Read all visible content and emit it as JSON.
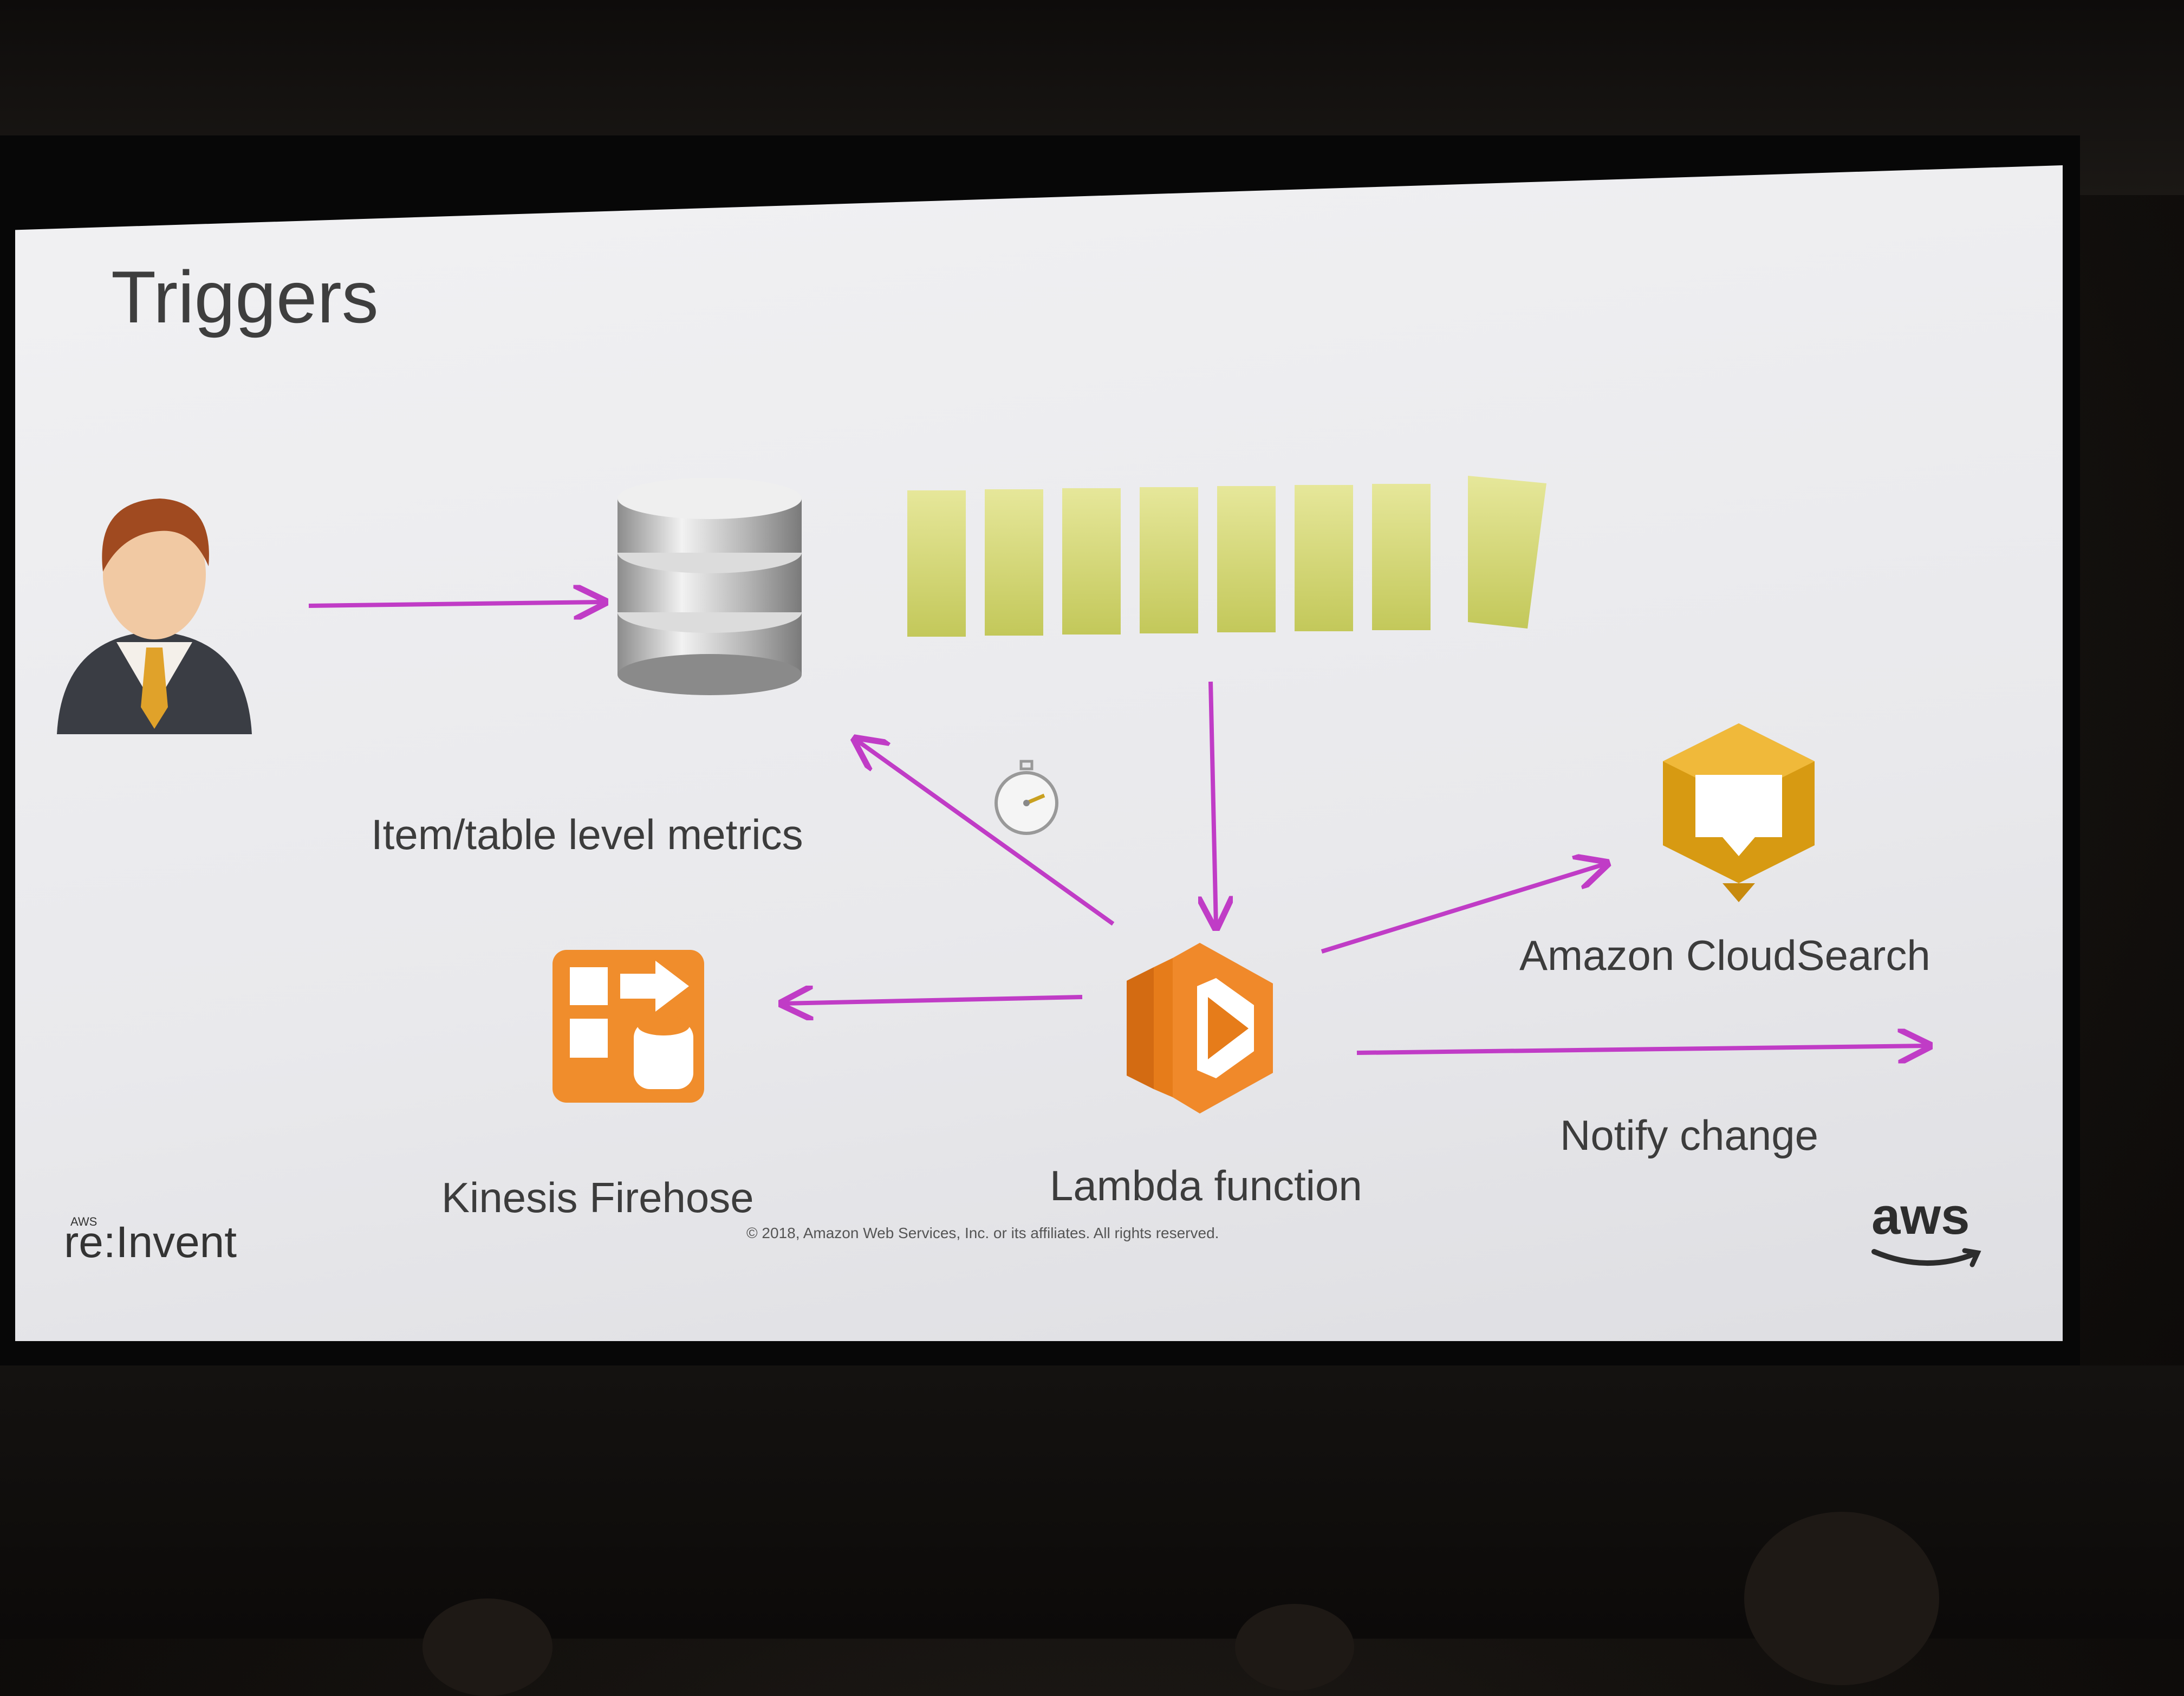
{
  "slide": {
    "title": "Triggers",
    "labels": {
      "metrics": "Item/table level metrics",
      "firehose": "Kinesis Firehose",
      "lambda": "Lambda function",
      "cloudsearch": "Amazon CloudSearch",
      "notify": "Notify change"
    },
    "footer": {
      "event_small": "AWS",
      "event_name": "re:Invent",
      "copyright": "© 2018, Amazon Web Services, Inc. or its affiliates. All rights reserved.",
      "brand": "aws"
    }
  },
  "icons": [
    "user-icon",
    "database-icon",
    "stream-shards-icon",
    "stopwatch-icon",
    "lambda-icon",
    "kinesis-firehose-icon",
    "cloudsearch-icon"
  ],
  "colors": {
    "arrow": "#c03cc6",
    "slide_bg": "#eeeef0",
    "orange": "#f0892a",
    "gold": "#e8a21c",
    "shard": "#d9dc82"
  }
}
